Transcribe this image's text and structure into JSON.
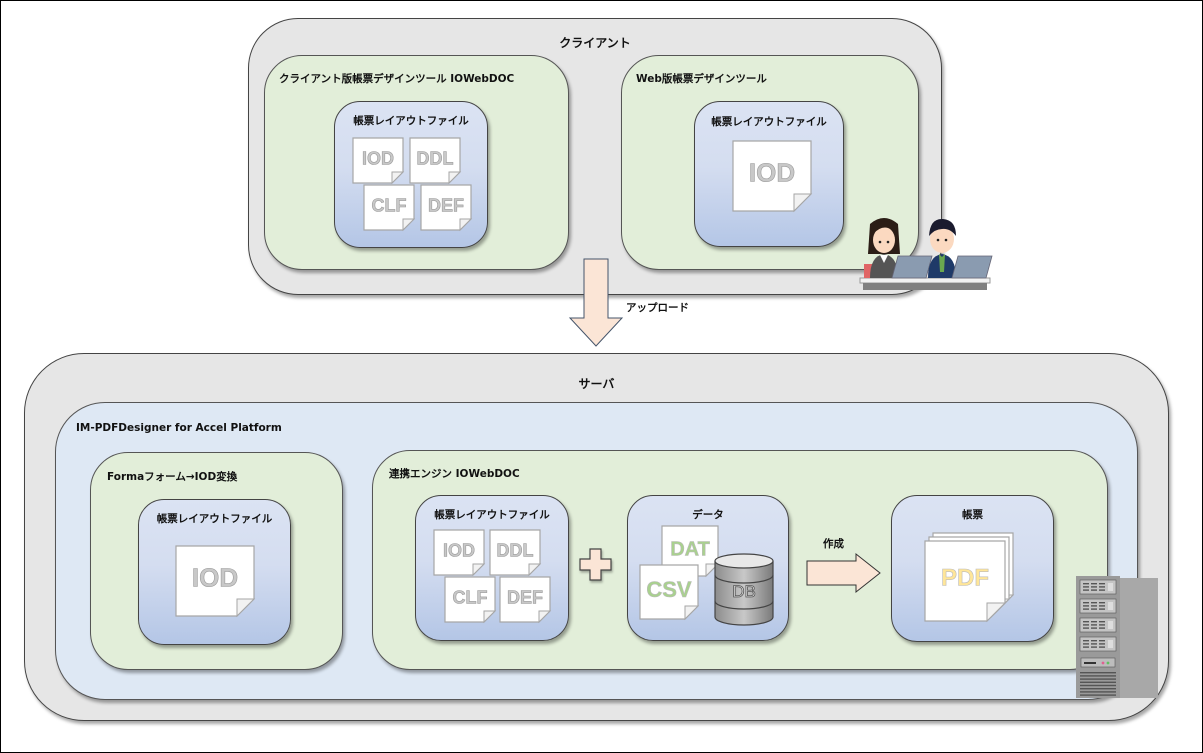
{
  "client": {
    "title": "クライアント",
    "desktop_tool": {
      "title": "クライアント版帳票デザインツール IOWebDOC",
      "layout_files": {
        "title": "帳票レイアウトファイル",
        "files": [
          "IOD",
          "DDL",
          "CLF",
          "DEF"
        ]
      }
    },
    "web_tool": {
      "title": "Web版帳票デザインツール",
      "layout_files": {
        "title": "帳票レイアウトファイル",
        "files": [
          "IOD"
        ]
      }
    }
  },
  "upload_arrow": {
    "label": "アップロード"
  },
  "server": {
    "title": "サーバ",
    "platform": {
      "title": "IM-PDFDesigner for Accel Platform",
      "forma": {
        "title": "Formaフォーム→IOD変換",
        "layout_files": {
          "title": "帳票レイアウトファイル",
          "files": [
            "IOD"
          ]
        }
      },
      "engine": {
        "title": "連携エンジン IOWebDOC",
        "layout_files": {
          "title": "帳票レイアウトファイル",
          "files": [
            "IOD",
            "DDL",
            "CLF",
            "DEF"
          ]
        },
        "data": {
          "title": "データ",
          "files": [
            "DAT",
            "CSV"
          ],
          "db_label": "DB"
        },
        "create_arrow": {
          "label": "作成"
        },
        "report": {
          "title": "帳票",
          "file": "PDF"
        }
      }
    }
  },
  "colors": {
    "client_bg": "#e6e6e6",
    "tool_bg": "#e2eed9",
    "platform_bg": "#dee8f4",
    "file_box_top": "#dbe3f3",
    "file_box_bottom": "#b4c6e6",
    "arrow_fill": "#fbe5d6",
    "data_file_text": "#a9d18e",
    "pdf_text": "#ffe699",
    "doc_text": "#c8c8c8"
  }
}
